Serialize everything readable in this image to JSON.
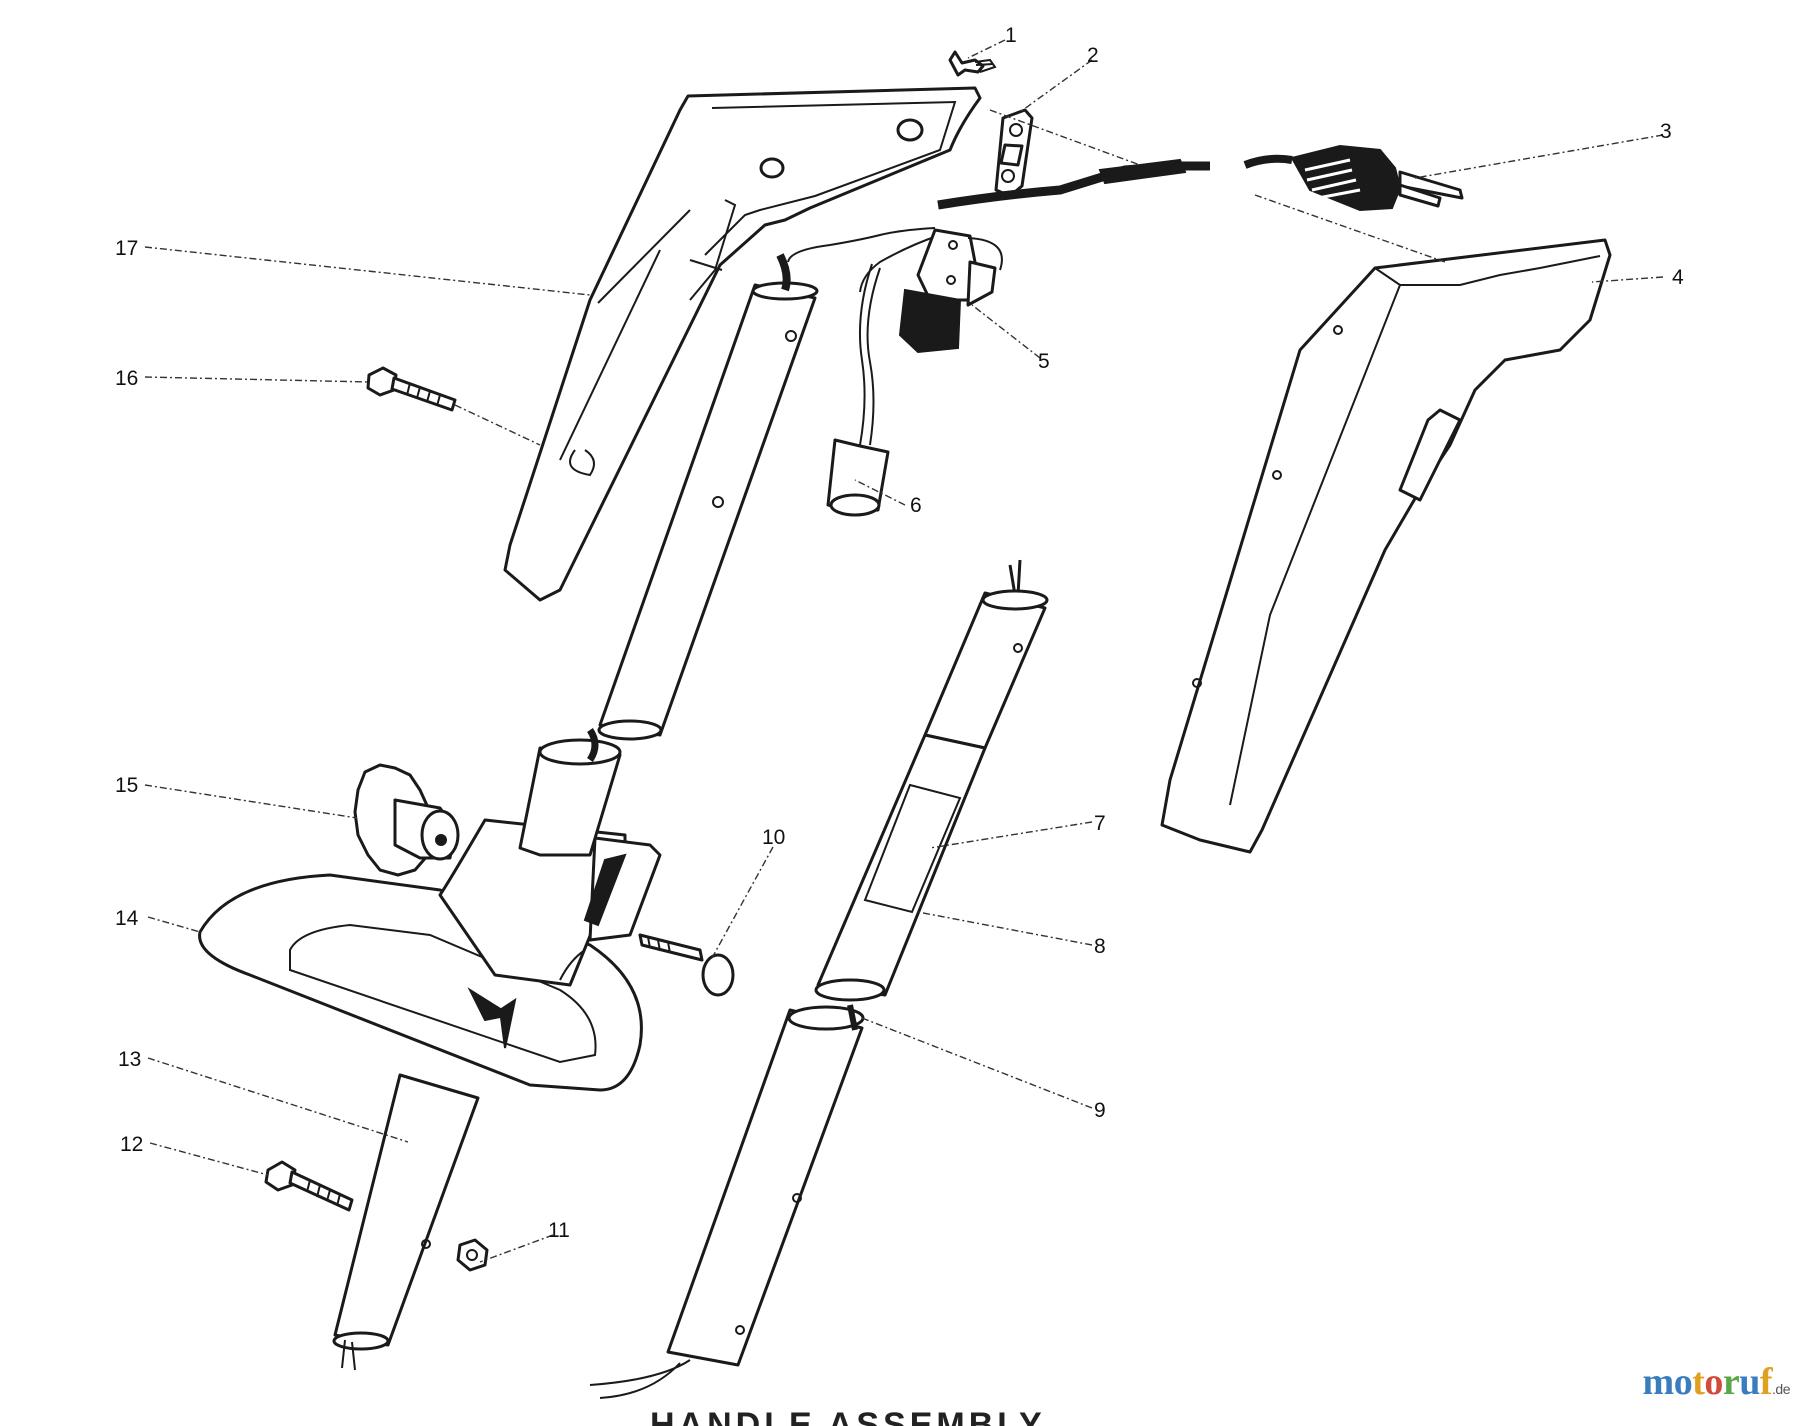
{
  "diagram": {
    "callouts": [
      {
        "num": "1"
      },
      {
        "num": "2"
      },
      {
        "num": "3"
      },
      {
        "num": "4"
      },
      {
        "num": "5"
      },
      {
        "num": "6"
      },
      {
        "num": "7"
      },
      {
        "num": "8"
      },
      {
        "num": "9"
      },
      {
        "num": "10"
      },
      {
        "num": "11"
      },
      {
        "num": "12"
      },
      {
        "num": "13"
      },
      {
        "num": "14"
      },
      {
        "num": "15"
      },
      {
        "num": "16"
      },
      {
        "num": "17"
      }
    ],
    "bottom_title": "HANDLE ASSEMBLY"
  },
  "watermark": {
    "letters": [
      {
        "ch": "m",
        "color": "#3a7dbf"
      },
      {
        "ch": "o",
        "color": "#3a7dbf"
      },
      {
        "ch": "t",
        "color": "#e0a020"
      },
      {
        "ch": "o",
        "color": "#d24a3a"
      },
      {
        "ch": "r",
        "color": "#5aa845"
      },
      {
        "ch": "u",
        "color": "#3a7dbf"
      },
      {
        "ch": "f",
        "color": "#e0a020"
      }
    ],
    "tld": ".de"
  }
}
